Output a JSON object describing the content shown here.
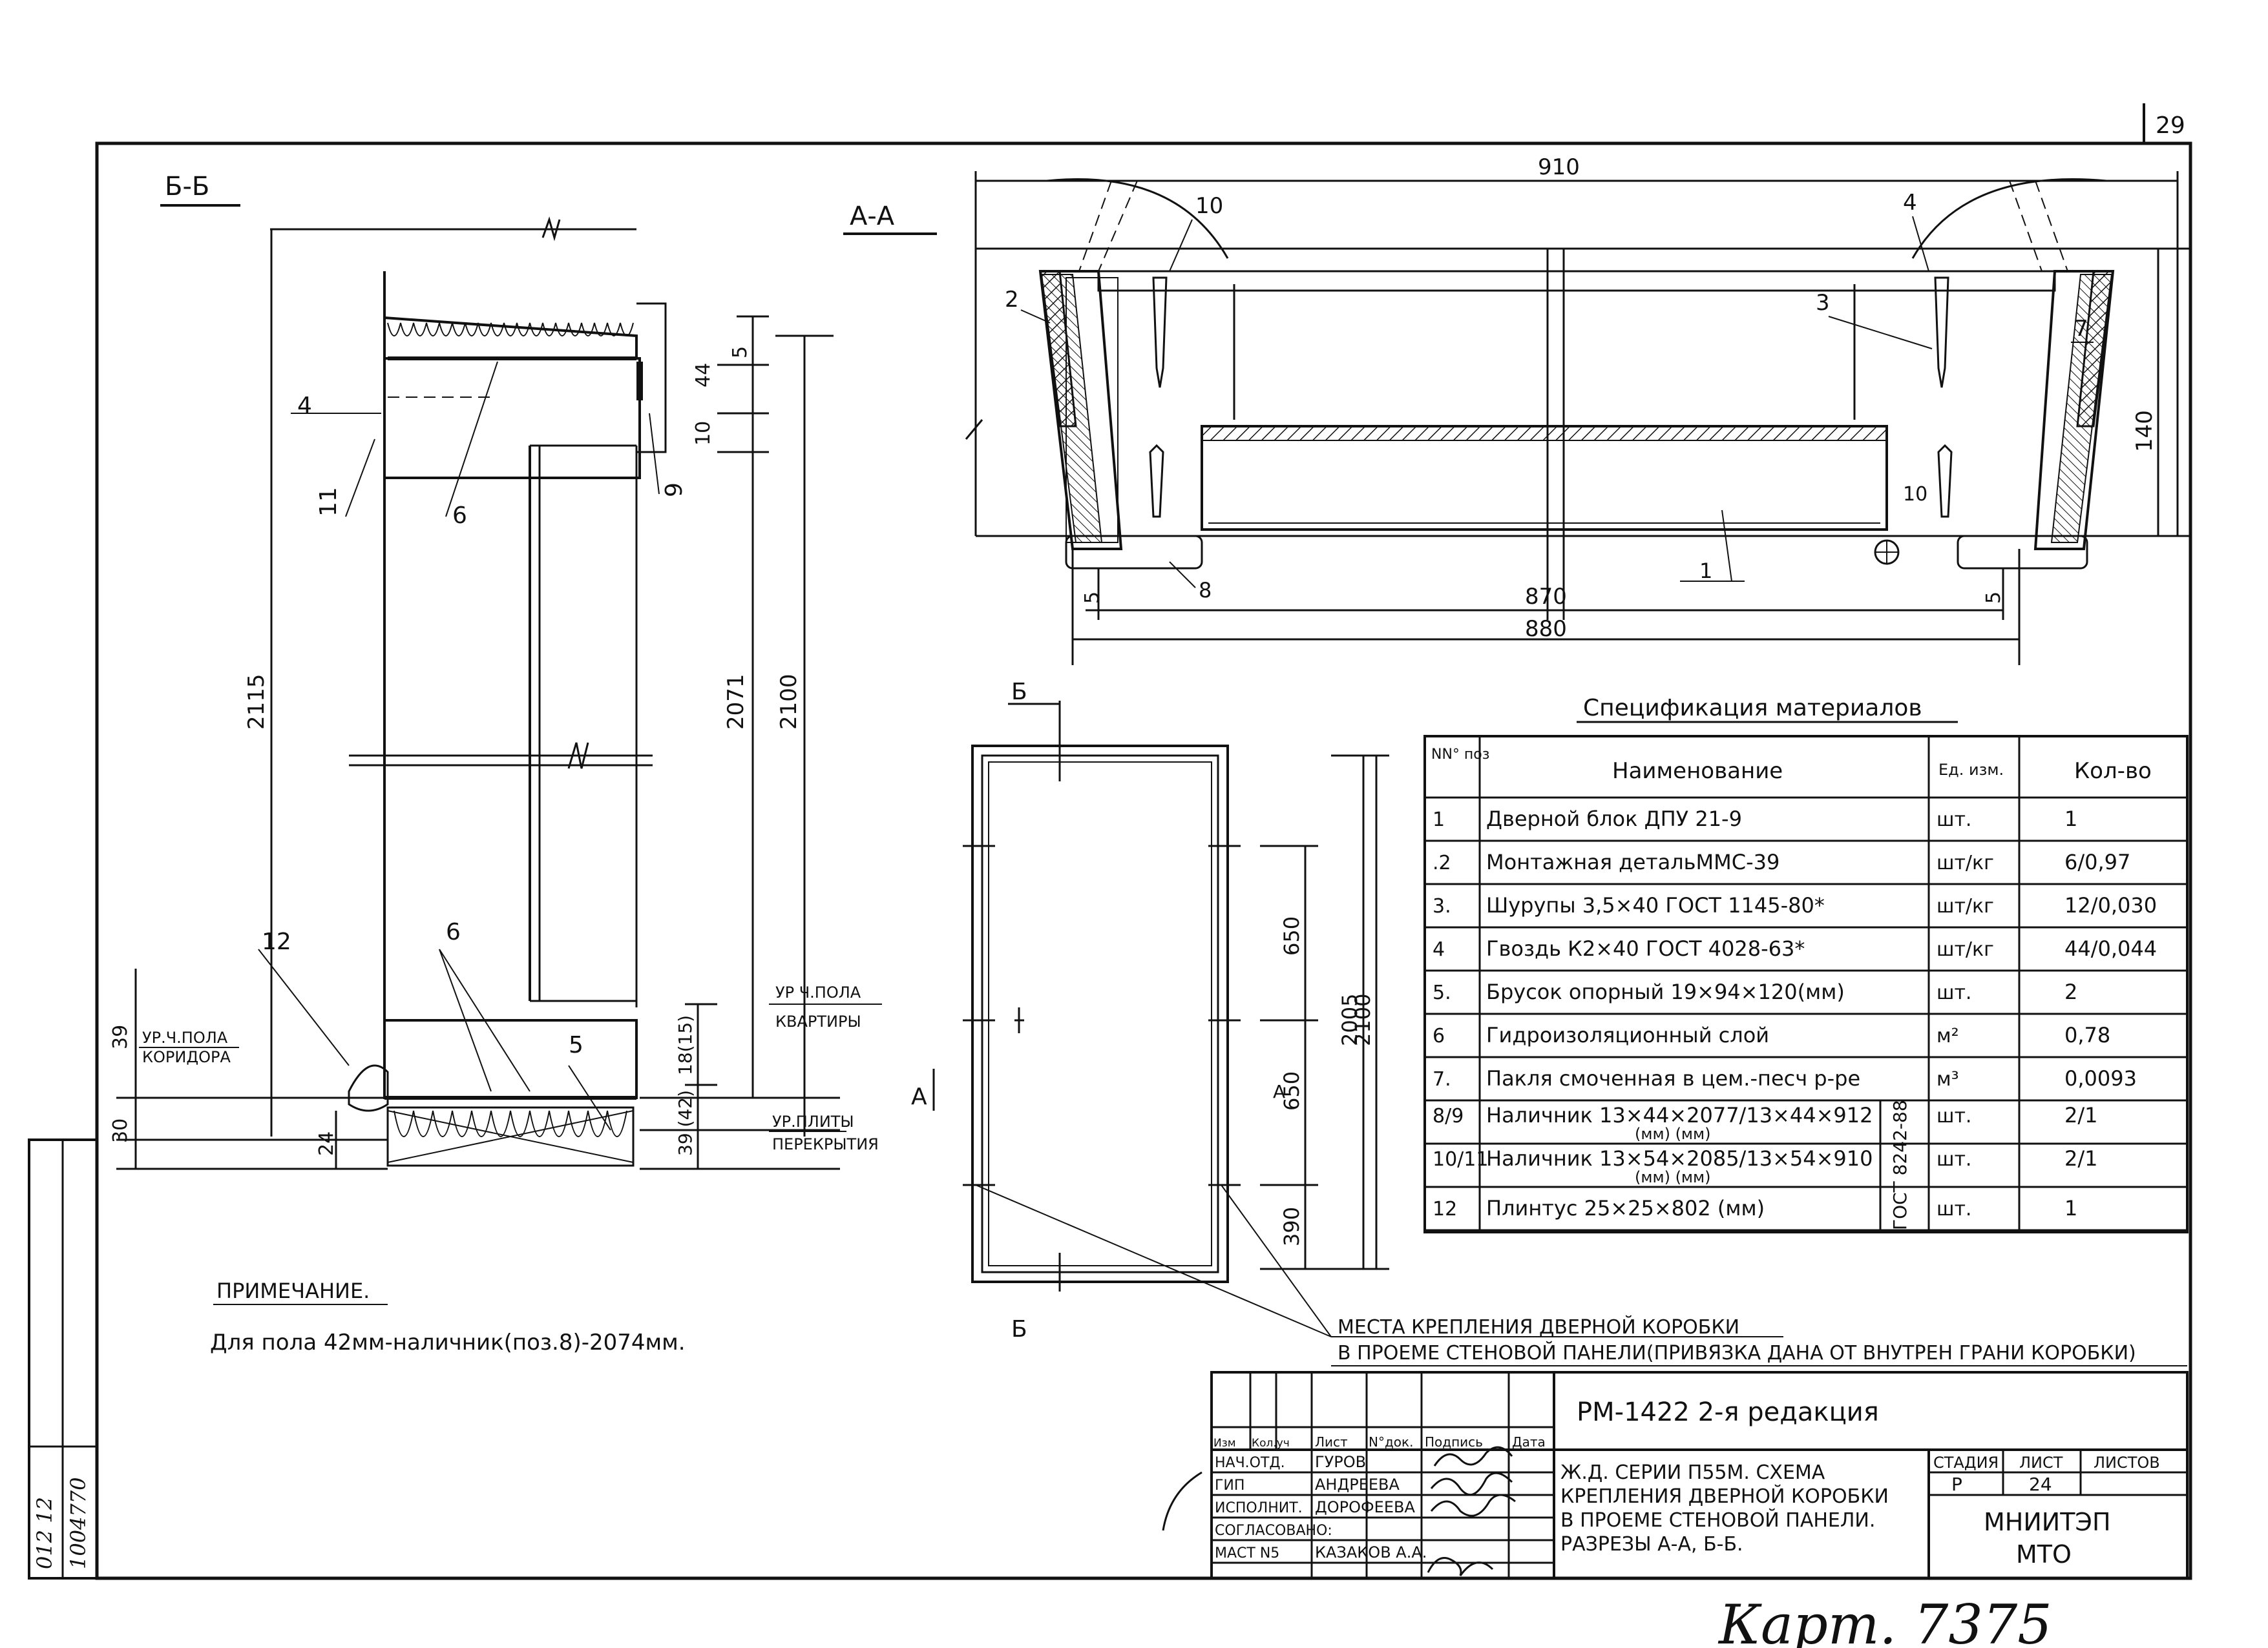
{
  "page_number": "29",
  "section_bb": {
    "title": "Б-Б",
    "labels": {
      "l4": "4",
      "l11": "11",
      "l6a": "6",
      "l6b": "6",
      "l9": "9",
      "l12": "12",
      "l5": "5"
    },
    "dims": {
      "d2115": "2115",
      "d2071": "2071",
      "d2100": "2100",
      "d5": "5",
      "d44": "44",
      "d10": "10",
      "d39": "39",
      "d30": "30",
      "d24": "24",
      "d18": "18(15)",
      "d3942": "39 (42)"
    },
    "notes": {
      "corr_line1": "УР.Ч.ПОЛА",
      "corr_line2": "КОРИДОРА",
      "apt_line1": "УР Ч.ПОЛА",
      "apt_line2": "КВАРТИРЫ",
      "slab_line1": "УР.ПЛИТЫ",
      "slab_line2": "ПЕРЕКРЫТИЯ"
    }
  },
  "section_aa": {
    "title": "А-А",
    "labels": {
      "l10a": "10",
      "l4": "4",
      "l2": "2",
      "l3": "3",
      "l7": "7",
      "l10b": "10",
      "l8": "8",
      "l1": "1"
    },
    "dims": {
      "d910": "910",
      "d140": "140",
      "d870": "870",
      "d880": "880",
      "d5a": "5",
      "d5b": "5"
    }
  },
  "elevation": {
    "cuts": {
      "b_top": "Б",
      "b_bottom": "Б",
      "a": "А",
      "a2": "А"
    },
    "dims": {
      "d650a": "650",
      "d650b": "650",
      "d390": "390",
      "d2005": "2005",
      "d2100": "2100"
    }
  },
  "spec": {
    "title": "Спецификация материалов",
    "headers": {
      "pos": "NN° поз",
      "name": "Наименование",
      "unit": "Ед. изм.",
      "qty": "Кол-во"
    },
    "gost_vertical": "ГОСТ 8242-88",
    "rows": [
      {
        "pos": "1",
        "name": "Дверной блок ДПУ 21-9",
        "unit": "шт.",
        "qty": "1"
      },
      {
        "pos": ".2",
        "name": "Монтажная детальММС-39",
        "unit": "шт/кг",
        "qty": "6/0,97"
      },
      {
        "pos": "3.",
        "name": "Шурупы 3,5×40 ГОСТ 1145-80*",
        "unit": "шт/кг",
        "qty": "12/0,030"
      },
      {
        "pos": "4",
        "name": "Гвоздь К2×40 ГОСТ 4028-63*",
        "unit": "шт/кг",
        "qty": "44/0,044"
      },
      {
        "pos": "5.",
        "name": "Брусок опорный 19×94×120(мм)",
        "unit": "шт.",
        "qty": "2"
      },
      {
        "pos": "6",
        "name": "Гидроизоляционный слой",
        "unit": "м²",
        "qty": "0,78"
      },
      {
        "pos": "7.",
        "name": "Пакля смоченная в цем.-песч р-ре",
        "unit": "м³",
        "qty": "0,0093"
      },
      {
        "pos": "8/9",
        "name": "Наличник 13×44×2077/13×44×912",
        "name2": "(мм)          (мм)",
        "unit": "шт.",
        "qty": "2/1"
      },
      {
        "pos": "10/11",
        "name": "Наличник 13×54×2085/13×54×910",
        "name2": "(мм)          (мм)",
        "unit": "шт.",
        "qty": "2/1"
      },
      {
        "pos": "12",
        "name": "Плинтус 25×25×802 (мм)",
        "unit": "шт.",
        "qty": "1"
      }
    ]
  },
  "note": {
    "title": "ПРИМЕЧАНИЕ.",
    "text": "Для пола 42мм-наличник(поз.8)-2074мм."
  },
  "callout": {
    "line1": "МЕСТА КРЕПЛЕНИЯ ДВЕРНОЙ КОРОБКИ",
    "line2": "В ПРОЕМЕ СТЕНОВОЙ ПАНЕЛИ(ПРИВЯЗКА ДАНА ОТ ВНУТРЕН ГРАНИ КОРОБКИ)"
  },
  "title_block": {
    "doc_code": "РМ-1422 2-я редакция",
    "headers": {
      "izm": "Изм",
      "kol": "Кол.уч",
      "list": "Лист",
      "ndok": "N°док.",
      "podp": "Подпись",
      "data": "Дата"
    },
    "people": [
      {
        "role": "НАЧ.ОТД.",
        "name": "ГУРОВ"
      },
      {
        "role": "ГИП",
        "name": "АНДРЕЕВА"
      },
      {
        "role": "ИСПОЛНИТ.",
        "name": "ДОРОФЕЕВА"
      },
      {
        "role": "СОГЛАСОВАНО:",
        "name": ""
      },
      {
        "role": "МАСТ N5",
        "name": "КАЗАКОВ А.А."
      }
    ],
    "description": [
      "Ж.Д. СЕРИИ П55М. СХЕМА",
      "КРЕПЛЕНИЯ ДВЕРНОЙ КОРОБКИ",
      "В ПРОЕМЕ СТЕНОВОЙ ПАНЕЛИ.",
      "РАЗРЕЗЫ А-А, Б-Б."
    ],
    "stage_label": "СТАДИЯ",
    "sheet_label": "ЛИСТ",
    "sheets_label": "ЛИСТОВ",
    "stage": "Р",
    "sheet": "24",
    "sheets": "",
    "org_line1": "МНИИТЭП",
    "org_line2": "МТО"
  },
  "side_stamp": {
    "line1": "012 12",
    "line2": "1004770"
  },
  "handwritten_card": "Карт. 7375"
}
